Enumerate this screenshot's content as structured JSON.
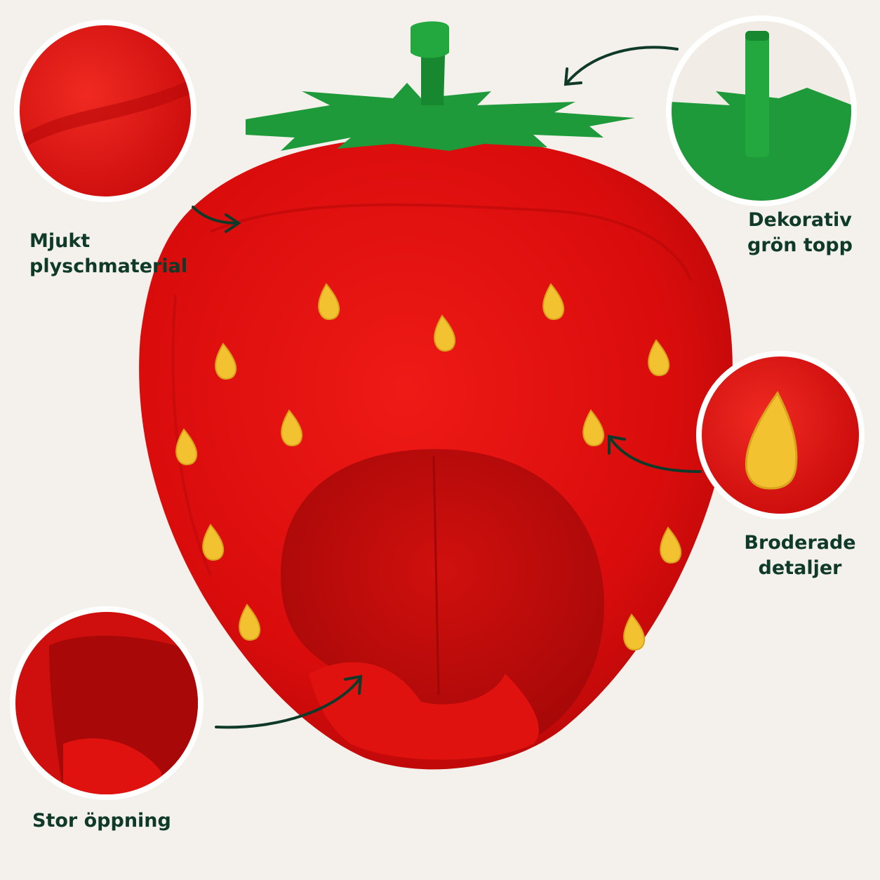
{
  "callouts": {
    "plush": {
      "line1": "Mjukt",
      "line2": "plyschmaterial"
    },
    "top": {
      "line1": "Dekorativ",
      "line2": "grön topp"
    },
    "embroidery": {
      "line1": "Broderade",
      "line2": "detaljer"
    },
    "opening": {
      "line1": "Stor öppning"
    }
  },
  "colors": {
    "background": "#f4f1ec",
    "hat_red": "#e0100f",
    "leaf_green": "#1e9a3a",
    "seed_yellow": "#f2c230",
    "label_text": "#0f3a2a"
  },
  "icons": [
    "arrow-icon",
    "strawberry-hat-illustration"
  ]
}
